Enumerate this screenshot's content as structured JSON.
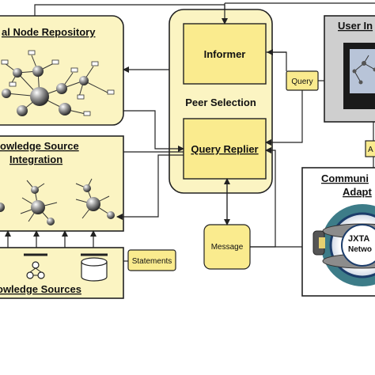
{
  "boxes": {
    "local_node_repository": {
      "title": "al Node Repository"
    },
    "knowledge_source_integration": {
      "title_line1": "owledge Source",
      "title_line2": "Integration"
    },
    "knowledge_sources": {
      "title": "owledge Sources"
    },
    "peer_selection": {
      "title": "Peer Selection"
    },
    "informer": {
      "title": "Informer"
    },
    "query_replier": {
      "title": "Query Replier"
    },
    "user_interface": {
      "title": "User In"
    },
    "communication_adapter": {
      "title_line1": "Communi",
      "title_line2": "Adapt"
    },
    "jxta": {
      "line1": "JXTA",
      "line2": "Netwo"
    }
  },
  "labels": {
    "query": "Query",
    "message": "Message",
    "statements": "Statements",
    "a_partial": "A"
  },
  "colors": {
    "panel_fill": "#fbf4c2",
    "box_fill": "#faeb8e",
    "border": "#222222",
    "gray_panel": "#cfcfcf"
  }
}
